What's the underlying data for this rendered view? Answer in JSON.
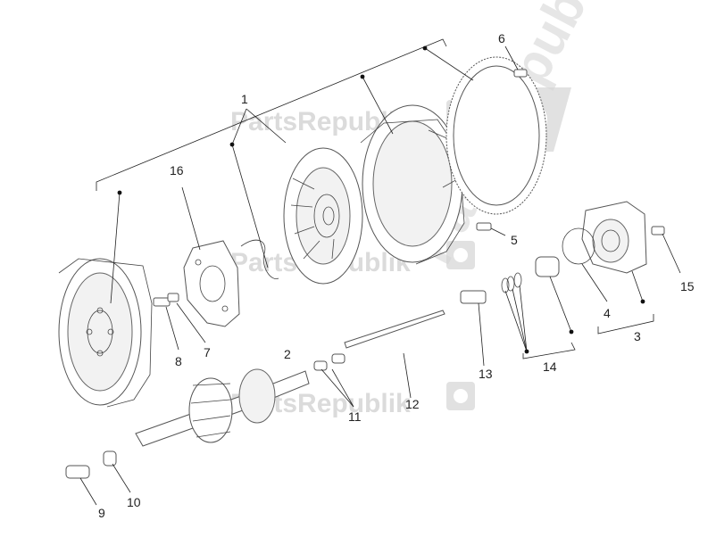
{
  "callouts": [
    "1",
    "2",
    "3",
    "4",
    "5",
    "6",
    "7",
    "8",
    "9",
    "10",
    "11",
    "12",
    "13",
    "14",
    "15",
    "16"
  ],
  "watermark": {
    "text": "PartsRepublik"
  },
  "colors": {
    "line": "#555555",
    "watermark": "#cfcfcf"
  }
}
